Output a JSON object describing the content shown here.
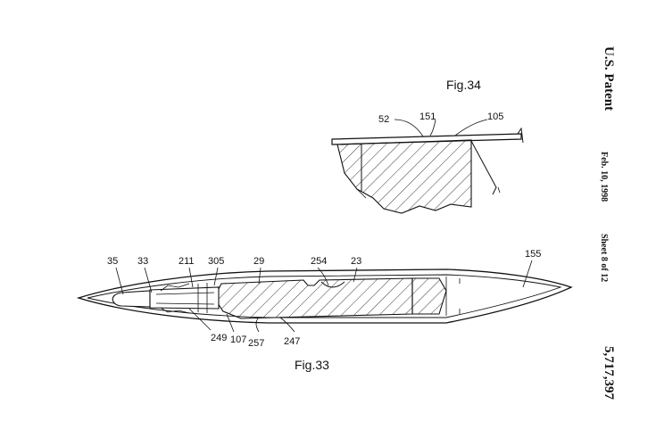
{
  "header": {
    "patent": "U.S. Patent",
    "date": "Feb. 10, 1998",
    "sheet": "Sheet 8 of 12",
    "number": "5,717,397"
  },
  "figures": {
    "fig34": {
      "caption": "Fig.34",
      "labels": {
        "l52": "52",
        "l151": "151",
        "l105": "105"
      }
    },
    "fig33": {
      "caption": "Fig.33",
      "labels": {
        "l35": "35",
        "l33": "33",
        "l211": "211",
        "l305": "305",
        "l29": "29",
        "l254": "254",
        "l23": "23",
        "l155": "155",
        "l249": "249",
        "l107": "107",
        "l257": "257",
        "l247": "247"
      }
    }
  }
}
